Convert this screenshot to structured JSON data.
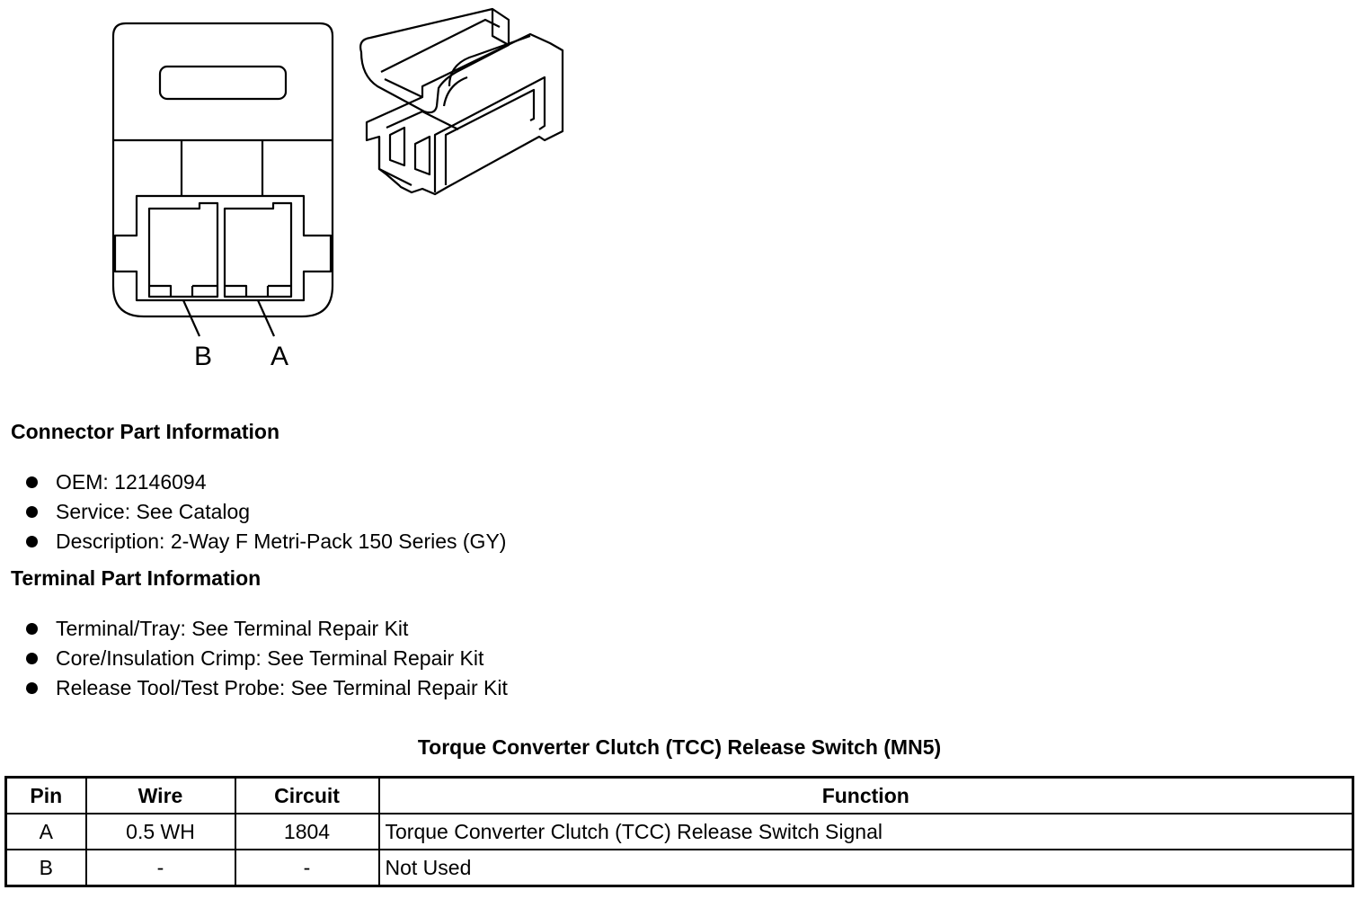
{
  "diagram": {
    "pin_labels": [
      "B",
      "A"
    ]
  },
  "connector_section": {
    "heading": "Connector Part Information",
    "items": [
      "OEM: 12146094",
      "Service: See Catalog",
      "Description: 2-Way F Metri-Pack 150 Series (GY)"
    ]
  },
  "terminal_section": {
    "heading": "Terminal Part Information",
    "items": [
      "Terminal/Tray: See Terminal Repair Kit",
      "Core/Insulation Crimp: See Terminal Repair Kit",
      "Release Tool/Test Probe: See Terminal Repair Kit"
    ]
  },
  "pin_table": {
    "title": "Torque Converter Clutch (TCC) Release Switch (MN5)",
    "headers": [
      "Pin",
      "Wire",
      "Circuit",
      "Function"
    ],
    "rows": [
      [
        "A",
        "0.5 WH",
        "1804",
        "Torque Converter Clutch (TCC) Release Switch Signal"
      ],
      [
        "B",
        "-",
        "-",
        "Not Used"
      ]
    ]
  }
}
